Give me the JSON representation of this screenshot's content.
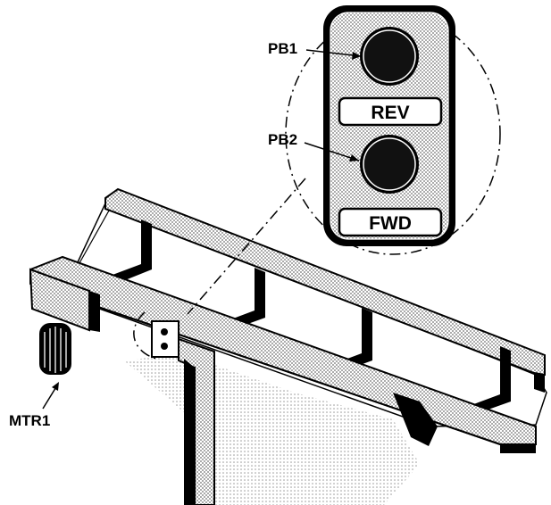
{
  "diagram": {
    "colors": {
      "ink": "#000000",
      "paper": "#ffffff",
      "stipple": "#8a8a8a",
      "shadow": "#bdbdbd"
    },
    "pendant": {
      "button_top": {
        "callout": "PB1",
        "legend": "REV"
      },
      "button_bottom": {
        "callout": "PB2",
        "legend": "FWD"
      }
    },
    "motor": {
      "callout": "MTR1"
    },
    "icons": {
      "motor": "motor-icon",
      "pushbutton": "pushbutton-icon"
    }
  }
}
